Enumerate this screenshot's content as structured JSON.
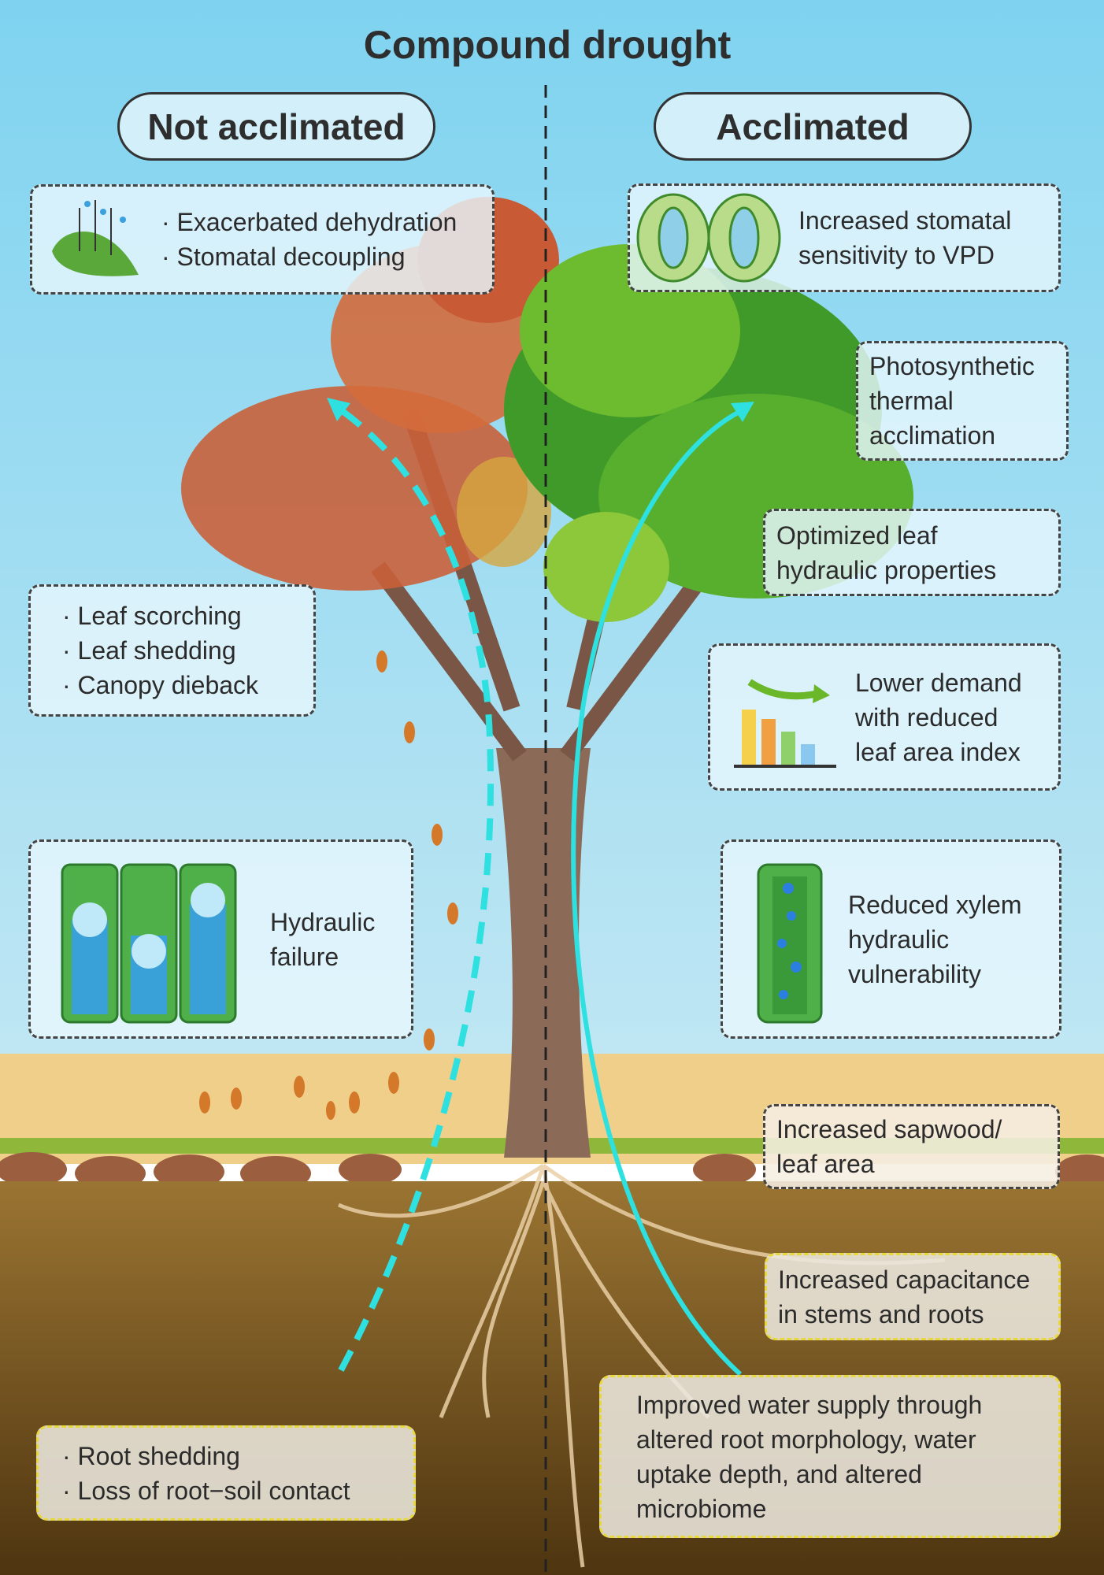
{
  "title": "Compound drought",
  "left": {
    "header": "Not acclimated",
    "boxes": {
      "dehydration": [
        "· Exacerbated dehydration",
        "· Stomatal decoupling"
      ],
      "leaf": [
        "· Leaf scorching",
        "· Leaf shedding",
        "· Canopy dieback"
      ],
      "hydraulic": [
        "Hydraulic",
        "failure"
      ],
      "root": [
        "· Root shedding",
        "· Loss of root−soil contact"
      ]
    }
  },
  "right": {
    "header": "Acclimated",
    "boxes": {
      "stomatal": [
        "Increased stomatal",
        "sensitivity to VPD"
      ],
      "photo": [
        "Photosynthetic",
        "thermal",
        "acclimation"
      ],
      "optimized": [
        "Optimized leaf",
        "hydraulic properties"
      ],
      "demand": [
        "Lower demand",
        "with reduced",
        "leaf area index"
      ],
      "xylem": [
        "Reduced xylem",
        "hydraulic",
        "vulnerability"
      ],
      "sapwood": [
        "Increased sapwood/",
        "leaf area"
      ],
      "capacitance": [
        "Increased capacitance",
        "in stems and roots"
      ],
      "water": [
        "Improved water supply through",
        "altered root morphology, water",
        "uptake depth, and altered",
        " microbiome"
      ]
    }
  },
  "colors": {
    "sky": "#8fd6ef",
    "sand": "#efcf8a",
    "soil": "#7a5a20",
    "arrow": "#2ee0e0",
    "canopy_left": "#c9603a",
    "canopy_right": "#49a82a"
  }
}
